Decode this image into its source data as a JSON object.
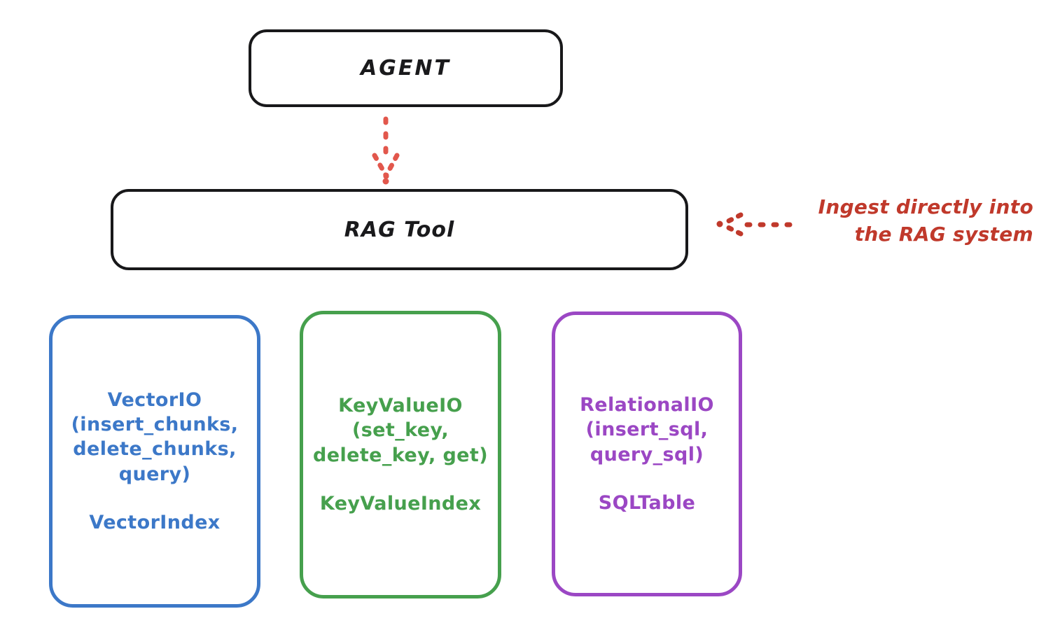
{
  "diagram": {
    "title_node": {
      "label": "AGENT"
    },
    "tool_node": {
      "label": "RAG Tool"
    },
    "annotation": {
      "text": "Ingest directly into\nthe RAG system",
      "color": "#c0392b",
      "arrow": "dotted-arrow-left-icon"
    },
    "groups": [
      {
        "id": "vector",
        "title": "VectorIO\n(insert_chunks,\ndelete_chunks,\nquery)",
        "subtitle": "VectorIndex",
        "color": "#3c78c8"
      },
      {
        "id": "keyvalue",
        "title": "KeyValueIO\n(set_key,\ndelete_key, get)",
        "subtitle": "KeyValueIndex",
        "color": "#46a04d"
      },
      {
        "id": "relational",
        "title": "RelationalIO\n(insert_sql,\nquery_sql)",
        "subtitle": "SQLTable",
        "color": "#9b47c4"
      }
    ],
    "connectors": [
      {
        "id": "agent-to-ragtool",
        "style": "dotted",
        "color": "#e2574c",
        "direction": "down"
      }
    ],
    "palette": {
      "stroke_black": "#18181a",
      "background": "#ffffff"
    }
  }
}
